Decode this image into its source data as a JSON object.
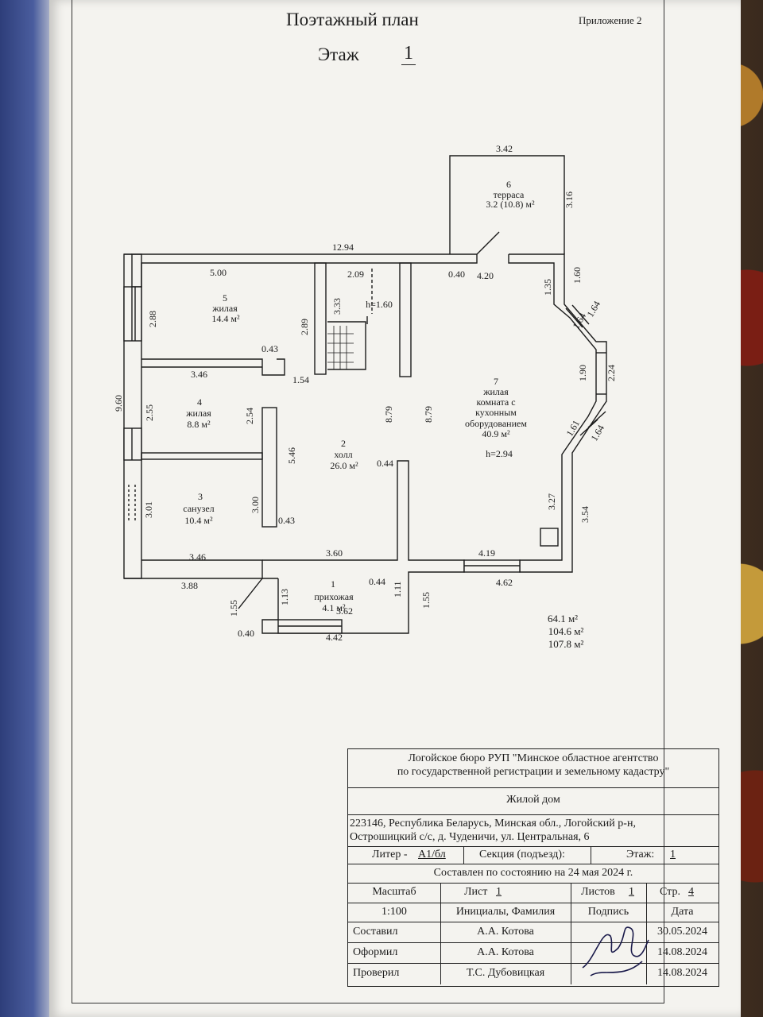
{
  "header": {
    "title": "Поэтажный план",
    "appendix": "Приложение 2",
    "floor_label": "Этаж",
    "floor_number": "1"
  },
  "plan": {
    "rooms": [
      {
        "num": "1",
        "name": "прихожая",
        "area": "4.1 м²"
      },
      {
        "num": "2",
        "name": "холл",
        "area": "26.0 м²"
      },
      {
        "num": "3",
        "name": "санузел",
        "area": "10.4 м²"
      },
      {
        "num": "4",
        "name": "жилая",
        "area": "8.8 м²"
      },
      {
        "num": "5",
        "name": "жилая",
        "area": "14.4 м²"
      },
      {
        "num": "6",
        "name": "терраса",
        "area": "3.2 (10.8) м²"
      },
      {
        "num": "7",
        "name_lines": [
          "жилая",
          "комната с",
          "кухонным",
          "оборудованием"
        ],
        "area": "40.9 м²",
        "height": "h=2.94"
      }
    ],
    "stair_height": "h=1.60",
    "dims": {
      "d342": "3.42",
      "d316": "3.16",
      "d1294": "12.94",
      "d500": "5.00",
      "d209": "2.09",
      "d040a": "0.40",
      "d420": "4.20",
      "d135": "1.35",
      "d160": "1.60",
      "d164a": "1.64",
      "d164b": "1.64",
      "d288": "2.88",
      "d289": "2.89",
      "d333": "3.33",
      "d043a": "0.43",
      "d346a": "3.46",
      "d154": "1.54",
      "d190": "1.90",
      "d224": "2.24",
      "d960": "9.60",
      "d255": "2.55",
      "d254": "2.54",
      "d879a": "8.79",
      "d879b": "8.79",
      "d161": "1.61",
      "d164c": "1.64",
      "d546": "5.46",
      "d044a": "0.44",
      "d327": "3.27",
      "d301": "3.01",
      "d300": "3.00",
      "d043b": "0.43",
      "d354": "3.54",
      "d346b": "3.46",
      "d360": "3.60",
      "d419": "4.19",
      "d462": "4.62",
      "d388": "3.88",
      "d044b": "0.44",
      "d155a": "1.55",
      "d113": "1.13",
      "d111": "1.11",
      "d155b": "1.55",
      "d362": "3.62",
      "d040b": "0.40",
      "d442": "4.42"
    },
    "totals": [
      "64.1 м²",
      "104.6 м²",
      "107.8 м²"
    ]
  },
  "stamp": {
    "org_line1": "Логойское бюро РУП \"Минское областное агентство",
    "org_line2": "по государственной регистрации и земельному кадастру\"",
    "object": "Жилой дом",
    "address_line1": "223146, Республика Беларусь, Минская обл., Логойский р-н,",
    "address_line2": "Острошицкий с/с, д. Чуденичи, ул. Центральная, 6",
    "liter_label": "Литер -",
    "liter_value": "А1/бл",
    "section_label": "Секция (подъезд):",
    "floor_label": "Этаж:",
    "floor_value": "1",
    "date_line": "Составлен по состоянию на 24 мая 2024 г.",
    "scale_label": "Масштаб",
    "sheet_label": "Лист",
    "sheet_value": "1",
    "sheets_label": "Листов",
    "sheets_value": "1",
    "page_label": "Стр.",
    "page_value": "4",
    "scale_value": "1:100",
    "col_name": "Инициалы, Фамилия",
    "col_sign": "Подпись",
    "col_date": "Дата",
    "rows": [
      {
        "role": "Составил",
        "name": "А.А. Котова",
        "date": "30.05.2024"
      },
      {
        "role": "Оформил",
        "name": "А.А. Котова",
        "date": "14.08.2024"
      },
      {
        "role": "Проверил",
        "name": "Т.С. Дубовицкая",
        "date": "14.08.2024"
      }
    ]
  }
}
